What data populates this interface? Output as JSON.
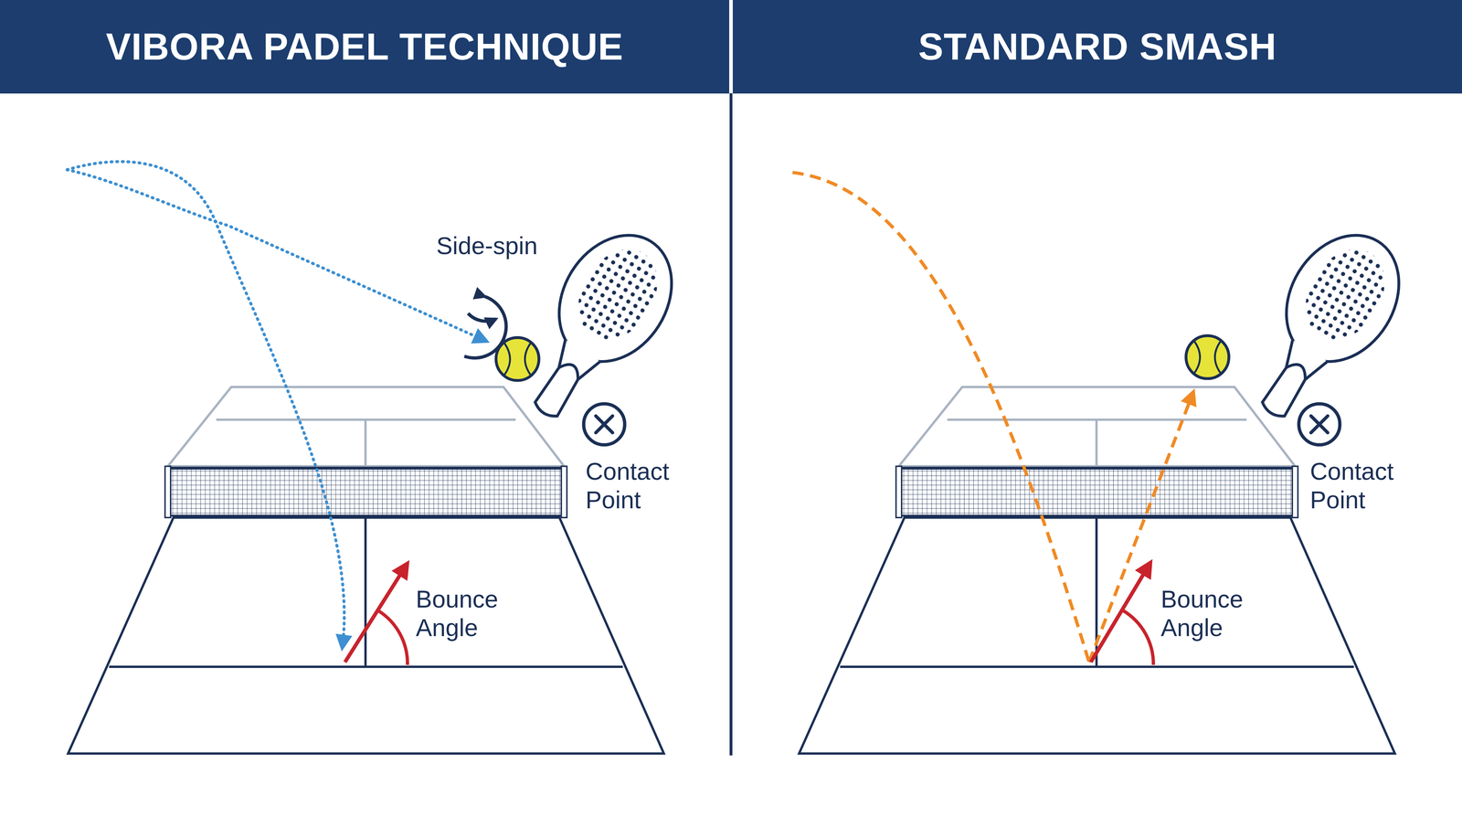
{
  "diagram": {
    "nodes": [
      {
        "text": [
          "VIBORA PADEL TECHNIQUE"
        ]
      },
      {
        "text": [
          "STANDARD SMASH"
        ]
      }
    ],
    "labels": [
      "Side-spin",
      "Contact Point",
      "Bounce Angle",
      "Contact Point",
      "Bounce Angle"
    ]
  }
}
